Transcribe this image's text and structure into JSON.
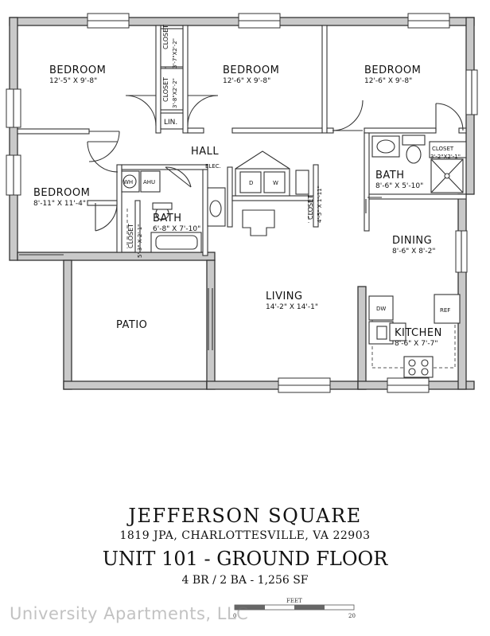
{
  "rooms": {
    "bedroom1": {
      "name": "BEDROOM",
      "dim": "12'-5\" X 9'-8\""
    },
    "bedroom2": {
      "name": "BEDROOM",
      "dim": "12'-6\" X 9'-8\""
    },
    "bedroom3": {
      "name": "BEDROOM",
      "dim": "12'-6\" X 9'-8\""
    },
    "bedroom4": {
      "name": "BEDROOM",
      "dim": "8'-11\" X 11'-4\""
    },
    "closet1": {
      "name": "CLOSET",
      "dim": "3'-7\"X2'-2\""
    },
    "closet2": {
      "name": "CLOSET",
      "dim": "3'-8\"X2'-2\""
    },
    "closet3": {
      "name": "CLOSET",
      "dim": "3'-2\"X2'-1\""
    },
    "closet4": {
      "name": "CLOSET",
      "dim": "5'-3\" X 2'-1\""
    },
    "closet5": {
      "name": "CLOSET",
      "dim": "4'-5\" X 1'-11\""
    },
    "linen": {
      "name": "LIN."
    },
    "hall": {
      "name": "HALL"
    },
    "bath1": {
      "name": "BATH",
      "dim": "8'-6\" X 5'-10\""
    },
    "bath2": {
      "name": "BATH",
      "dim": "6'-8\" X 7'-10\""
    },
    "dining": {
      "name": "DINING",
      "dim": "8'-6\" X 8'-2\""
    },
    "living": {
      "name": "LIVING",
      "dim": "14'-2\" X 14'-1\""
    },
    "kitchen": {
      "name": "KITCHEN",
      "dim": "8'-6\" X 7'-7\""
    },
    "patio": {
      "name": "PATIO"
    }
  },
  "fixtures": {
    "wh": "WH",
    "ahu": "AHU",
    "elec": "ELEC.",
    "washer": "W",
    "dryer": "D",
    "dw": "DW",
    "ref": "REF"
  },
  "title": {
    "building": "JEFFERSON SQUARE",
    "address": "1819 JPA, CHARLOTTESVILLE, VA 22903",
    "unit": "UNIT 101 - GROUND FLOOR",
    "specs": "4 BR / 2 BA - 1,256 SF"
  },
  "scale": {
    "label": "FEET",
    "start": "0",
    "end": "20"
  },
  "watermark": "University Apartments, LLC"
}
